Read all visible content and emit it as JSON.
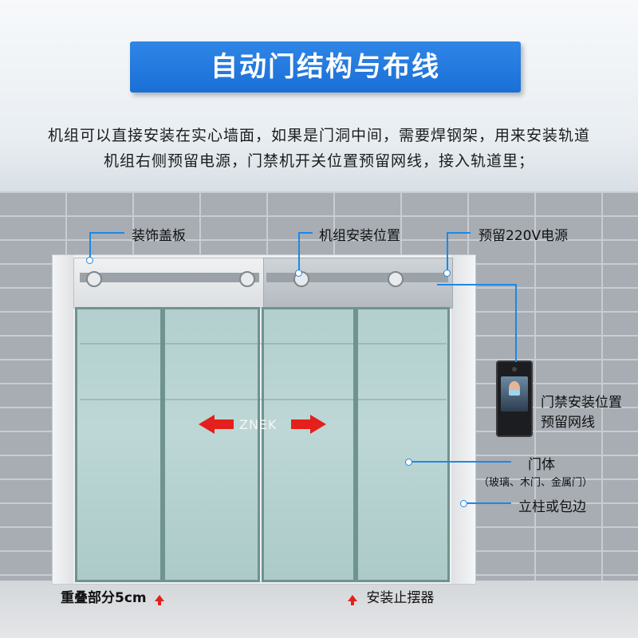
{
  "title": "自动门结构与布线",
  "description": {
    "line1": "机组可以直接安装在实心墙面，如果是门洞中间，需要焊钢架，用来安装轨道",
    "line2": "机组右侧预留电源，门禁机开关位置预留网线，接入轨道里；"
  },
  "brand": "ZNEK",
  "labels": {
    "cover": "装饰盖板",
    "unit_position": "机组安装位置",
    "power": "预留220V电源",
    "access_line1": "门禁安装位置",
    "access_line2": "预留网线",
    "door_body": "门体",
    "door_body_note": "（玻璃、木门、金属门）",
    "post": "立柱或包边",
    "overlap": "重叠部分5cm",
    "stopper": "安装止摆器"
  },
  "colors": {
    "banner": "#1a6fd6",
    "leader_line": "#1e88e5",
    "arrow": "#e3201b"
  },
  "icons": [
    "arrow-left-icon",
    "arrow-right-icon",
    "arrow-up-icon",
    "access-control-reader-icon"
  ]
}
